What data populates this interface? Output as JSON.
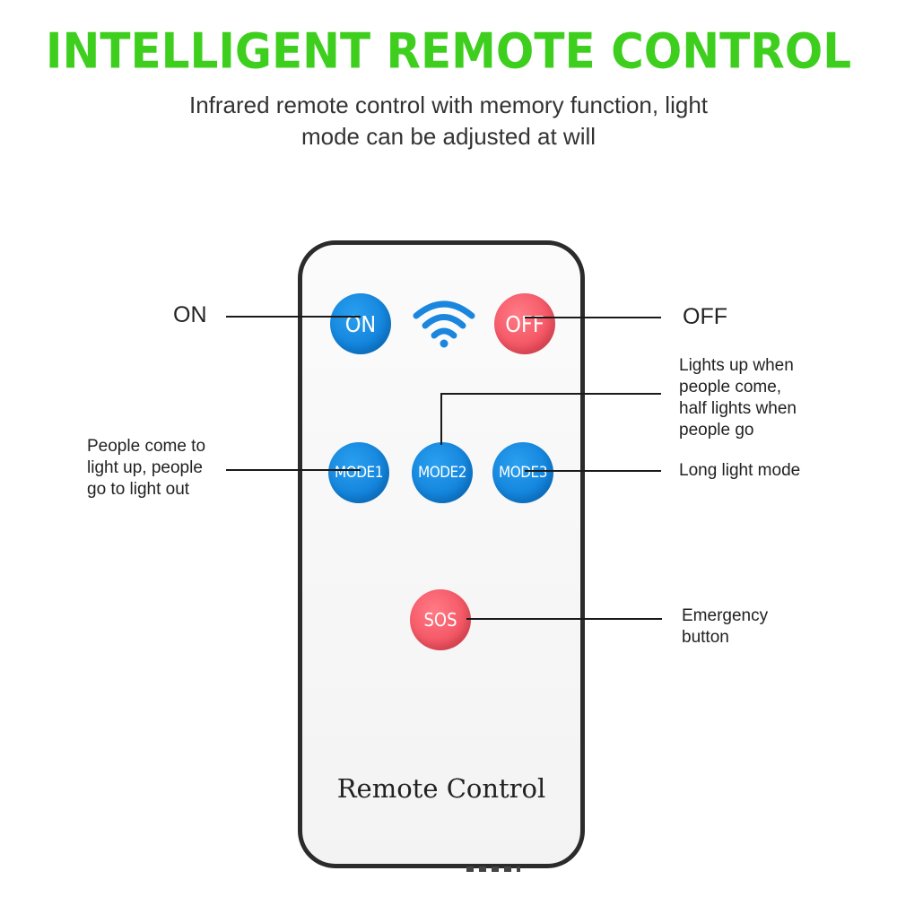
{
  "header": {
    "title": "INTELLIGENT REMOTE CONTROL",
    "title_color": "#3ecf1e",
    "subtitle_lines": [
      "Infrared remote control with memory function, light",
      "mode can be adjusted at will"
    ]
  },
  "remote": {
    "label": "Remote Control",
    "wifi_icon": "wifi-icon",
    "buttons": {
      "on": "ON",
      "off": "OFF",
      "mode1": "MODE1",
      "mode2": "MODE2",
      "mode3": "MODE3",
      "sos": "SOS"
    },
    "colors": {
      "blue": "#0f7fd8",
      "red": "#f24f5e"
    }
  },
  "callouts": {
    "on": "ON",
    "off": "OFF",
    "mode1_lines": [
      "People come to",
      "light up, people",
      "go to light out"
    ],
    "mode2_lines": [
      "Lights up when",
      "people come,",
      "half lights when",
      "people go"
    ],
    "mode3": "Long light mode",
    "sos_lines": [
      "Emergency",
      "button"
    ]
  }
}
